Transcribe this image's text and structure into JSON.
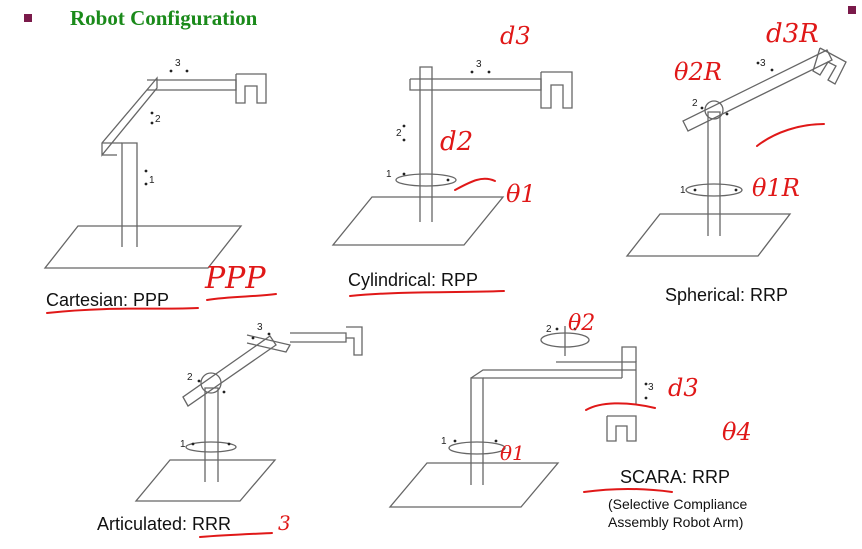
{
  "title": "Robot Configuration",
  "captions": {
    "cartesian": "Cartesian: PPP",
    "cylindrical": "Cylindrical: RPP",
    "spherical": "Spherical: RRP",
    "articulated": "Articulated: RRR",
    "scara": "SCARA: RRP",
    "scara_sub1": "(Selective Compliance",
    "scara_sub2": "Assembly Robot Arm)"
  },
  "joint_numbers": [
    "1",
    "2",
    "3"
  ],
  "handwritten": {
    "cartesian": "PPP",
    "cylindrical_top": "d3",
    "cylindrical_mid": "d2",
    "cylindrical_base": "θ1",
    "spherical_left": "θ2R",
    "spherical_right": "d3R",
    "spherical_base": "θ1R",
    "articulated": "3",
    "scara_top": "θ2",
    "scara_mid": "d3",
    "scara_base": "θ1",
    "scara_right": "θ4"
  },
  "colors": {
    "title": "#1a8a1a",
    "ink": "#e01818",
    "bullet": "#7a1a4a"
  }
}
